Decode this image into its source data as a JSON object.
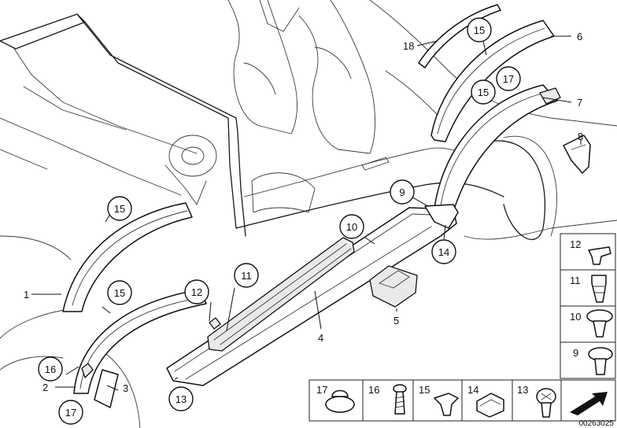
{
  "callouts": [
    {
      "id": "c1",
      "label": "1"
    },
    {
      "id": "c2",
      "label": "2"
    },
    {
      "id": "c3",
      "label": "3"
    },
    {
      "id": "c4",
      "label": "4"
    },
    {
      "id": "c5",
      "label": "5"
    },
    {
      "id": "c6",
      "label": "6"
    },
    {
      "id": "c7",
      "label": "7"
    },
    {
      "id": "c8",
      "label": "8"
    },
    {
      "id": "c9",
      "label": "9"
    },
    {
      "id": "c10",
      "label": "10"
    },
    {
      "id": "c11",
      "label": "11"
    },
    {
      "id": "c12",
      "label": "12"
    },
    {
      "id": "c13",
      "label": "13"
    },
    {
      "id": "c14",
      "label": "14"
    },
    {
      "id": "c15a",
      "label": "15"
    },
    {
      "id": "c15b",
      "label": "15"
    },
    {
      "id": "c15c",
      "label": "15"
    },
    {
      "id": "c15d",
      "label": "15"
    },
    {
      "id": "c16",
      "label": "16"
    },
    {
      "id": "c17a",
      "label": "17"
    },
    {
      "id": "c17b",
      "label": "17"
    },
    {
      "id": "c18",
      "label": "18"
    }
  ],
  "side_legend": [
    "12",
    "11",
    "10",
    "9"
  ],
  "bottom_legend": [
    "17",
    "16",
    "15",
    "14",
    "13"
  ],
  "drawing_number": "00263025"
}
